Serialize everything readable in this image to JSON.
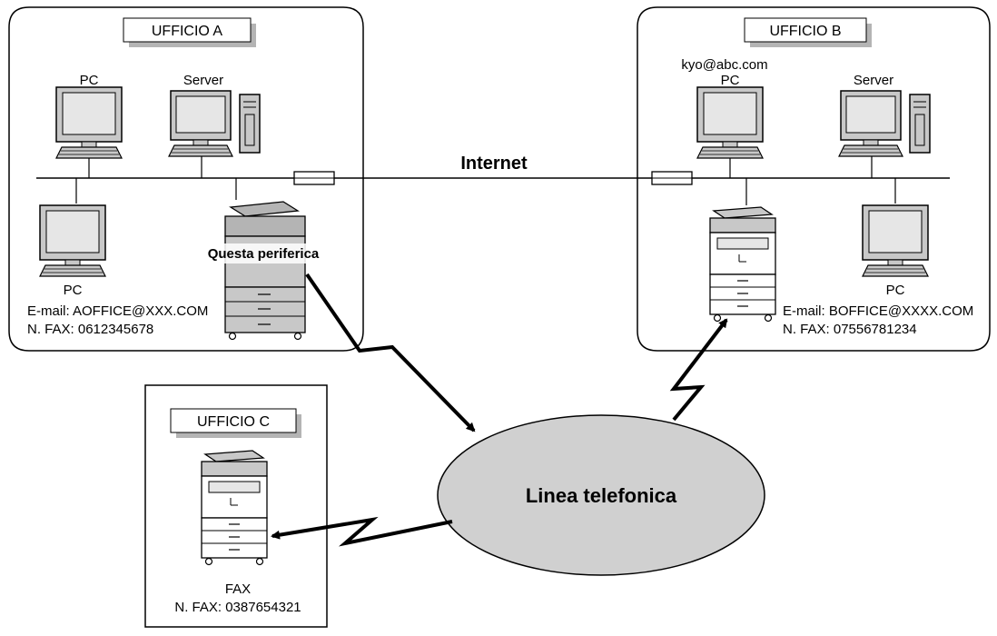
{
  "office_a": {
    "title": "UFFICIO A",
    "pc_top_label": "PC",
    "server_label": "Server",
    "pc_bottom_label": "PC",
    "device_label": "Questa periferica",
    "email": "E-mail: AOFFICE@XXX.COM",
    "fax": "N. FAX: 0612345678"
  },
  "office_b": {
    "title": "UFFICIO B",
    "pc_email": "kyo@abc.com",
    "pc_top_label": "PC",
    "server_label": "Server",
    "pc_bottom_label": "PC",
    "email": "E-mail: BOFFICE@XXXX.COM",
    "fax": "N. FAX: 07556781234"
  },
  "office_c": {
    "title": "UFFICIO C",
    "fax_label": "FAX",
    "fax_number": "N. FAX: 0387654321"
  },
  "internet_label": "Internet",
  "phone_line_label": "Linea telefonica",
  "colors": {
    "line": "#000000",
    "cloud_fill": "#d0d0d0",
    "device_gray": "#c8c8c8",
    "screen_gray": "#e6e6e6",
    "shadow_gray": "#b4b4b4"
  }
}
